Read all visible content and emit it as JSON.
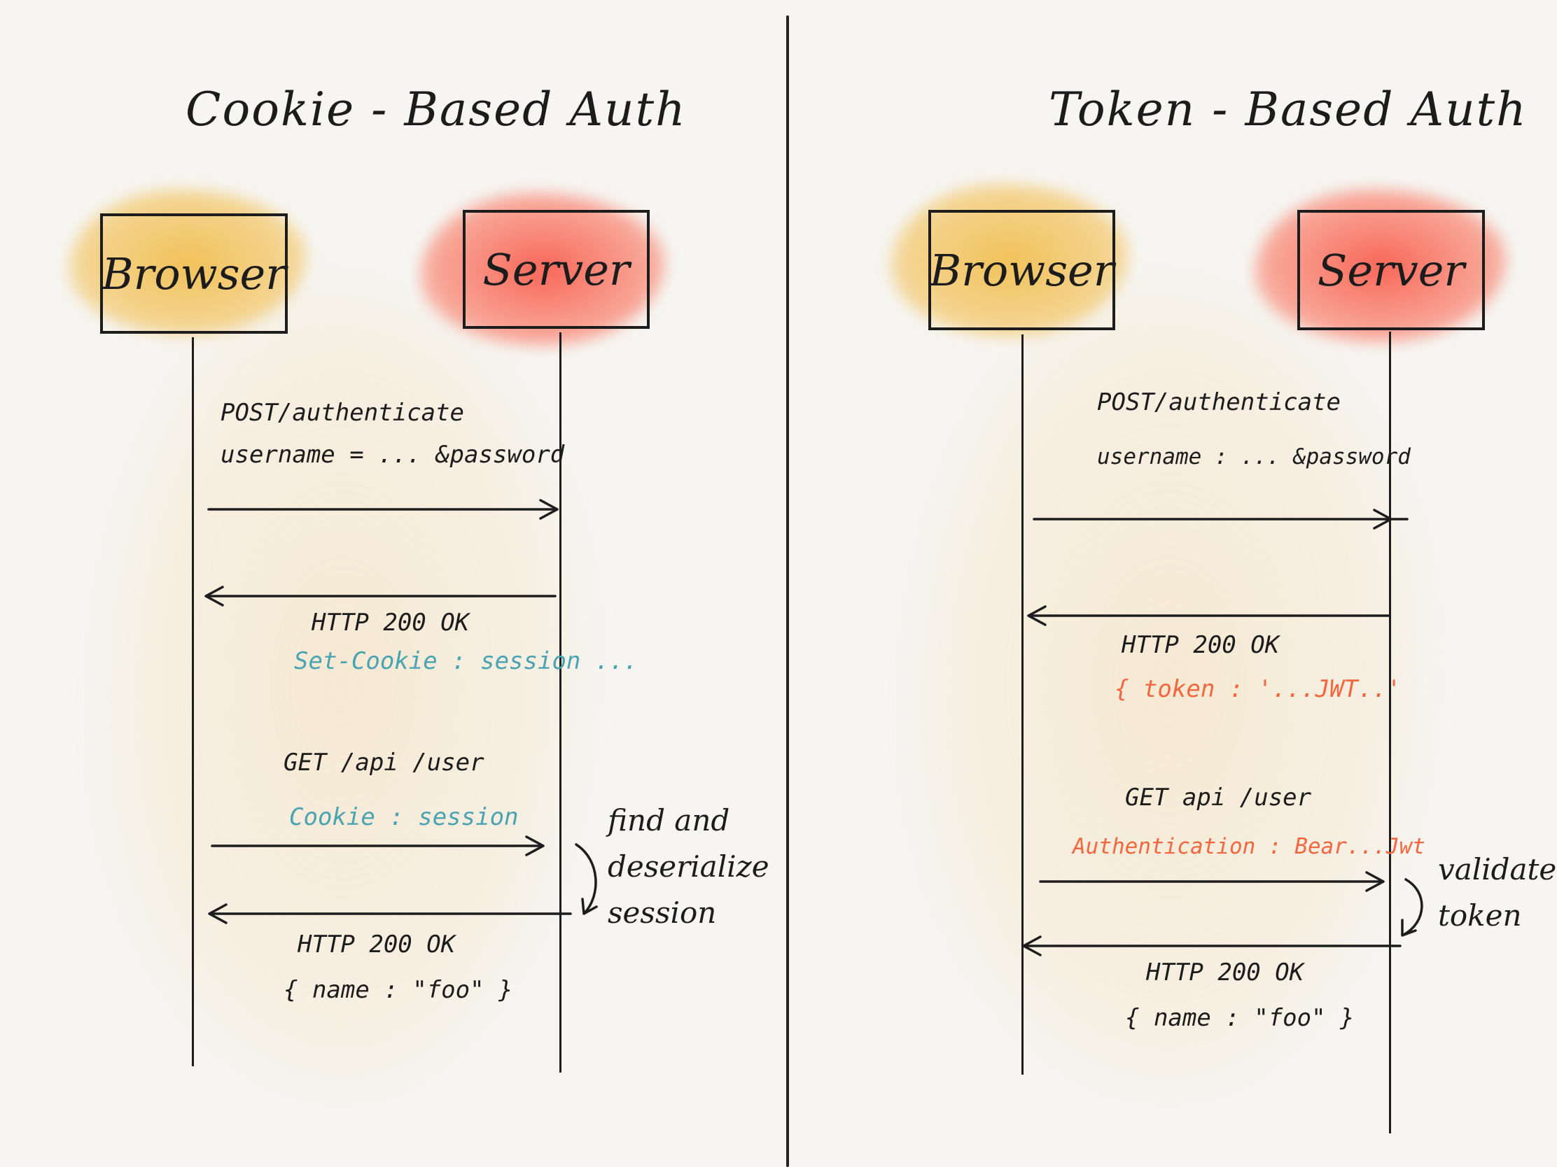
{
  "left": {
    "title": "Cookie - Based  Auth",
    "browser_label": "Browser",
    "server_label": "Server",
    "msg1_line1": "POST/authenticate",
    "msg1_line2": "username = ... &password",
    "msg2_line1": "HTTP  200  OK",
    "msg2_line2": "Set-Cookie : session ...",
    "msg3_line1": "GET  /api /user",
    "msg3_line2": "Cookie : session",
    "note_line1": "find and",
    "note_line2": "deserialize",
    "note_line3": "session",
    "msg4_line1": "HTTP  200  OK",
    "msg4_line2": "{ name : \"foo\" }"
  },
  "right": {
    "title": "Token - Based  Auth",
    "browser_label": "Browser",
    "server_label": "Server",
    "msg1_line1": "POST/authenticate",
    "msg1_line2": "username : ... &password",
    "msg2_line1": "HTTP  200  OK",
    "msg2_line2": "{ token : '...JWT..'",
    "msg3_line1": "GET  api /user",
    "msg3_line2": "Authentication : Bear...Jwt",
    "note_line1": "validate",
    "note_line2": "token",
    "msg4_line1": "HTTP  200  OK",
    "msg4_line2": "{ name : \"foo\" }"
  },
  "colors": {
    "browser_wash": "#f0be50",
    "server_wash": "#f85f50",
    "cookie_text": "#4aa3b2",
    "token_text": "#f26640",
    "ink": "#1d1d1d"
  }
}
